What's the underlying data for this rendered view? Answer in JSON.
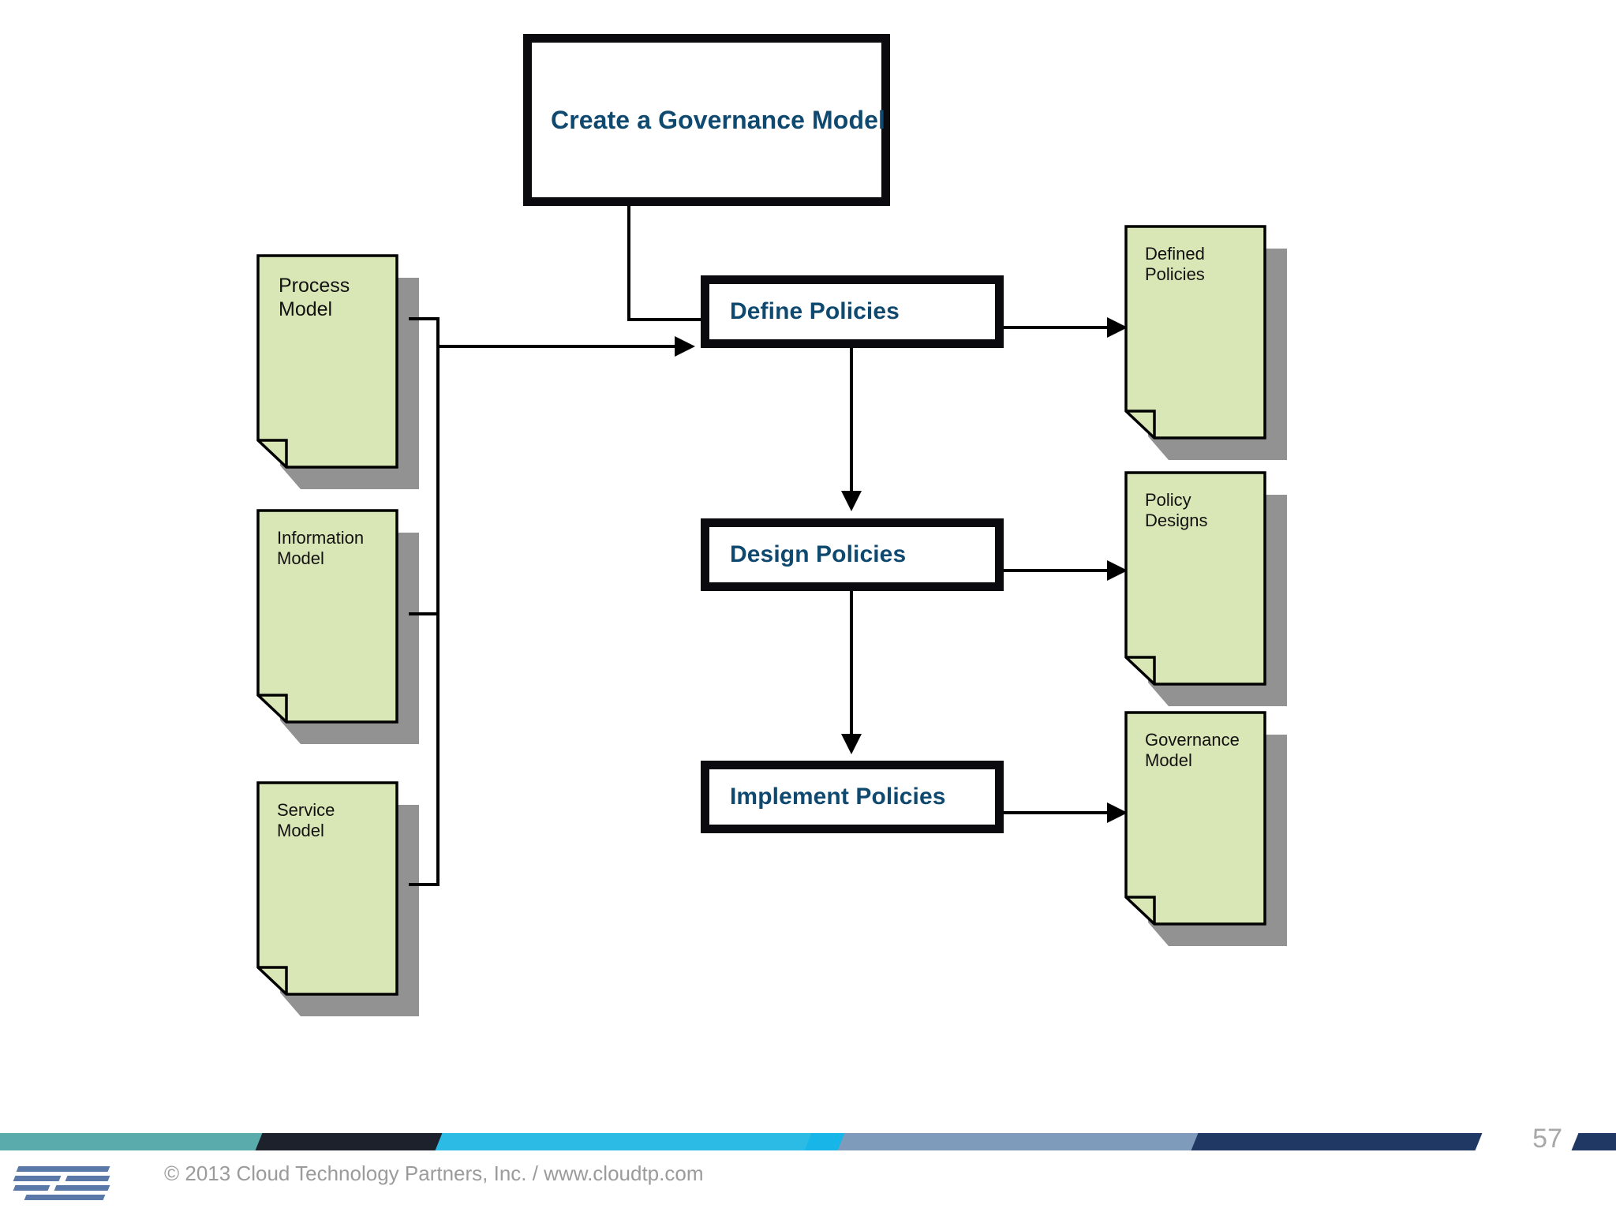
{
  "slide": {
    "page_number": "57",
    "footer_text": "© 2013 Cloud Technology Partners, Inc.  /  www.cloudtp.com",
    "colors": {
      "process_label": "#10496f",
      "document_fill": "#d9e6b5",
      "document_border": "#000000",
      "document_shadow": "#7f7f7f",
      "box_border": "#0b0b0f",
      "connector": "#000000",
      "stripe_teal": "#5aacac",
      "stripe_dark": "#1d212b",
      "stripe_cyan": "#2bbbe5",
      "stripe_steel": "#7f9bbc",
      "stripe_navy": "#1f3864",
      "page_number": "#a8a8a8",
      "footer_text": "#9b9b9b"
    }
  },
  "diagram": {
    "title_box": {
      "label": "Create a Governance Model"
    },
    "process_boxes": [
      {
        "id": "define",
        "label": "Define Policies"
      },
      {
        "id": "design",
        "label": "Design Policies"
      },
      {
        "id": "implement",
        "label": "Implement Policies"
      }
    ],
    "input_documents": [
      {
        "id": "process-model",
        "label": "Process\nModel"
      },
      {
        "id": "information-model",
        "label": "Information\nModel"
      },
      {
        "id": "service-model",
        "label": "Service\nModel"
      }
    ],
    "output_documents": [
      {
        "id": "defined-policies",
        "label": "Defined\nPolicies"
      },
      {
        "id": "policy-designs",
        "label": "Policy\nDesigns"
      },
      {
        "id": "governance-model",
        "label": "Governance\nModel"
      }
    ]
  }
}
